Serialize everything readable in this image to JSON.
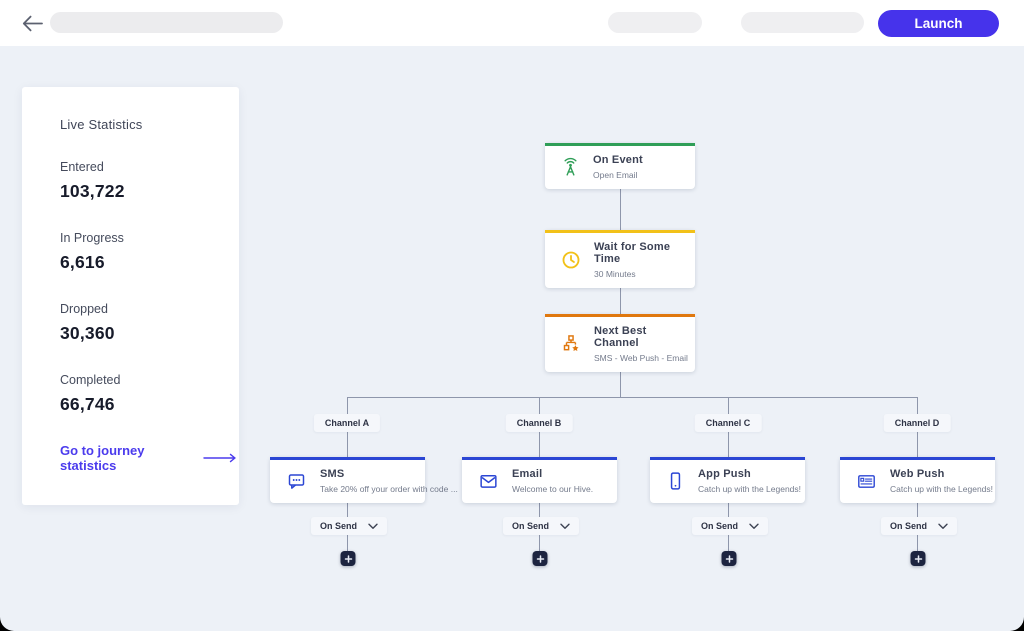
{
  "topbar": {
    "launch_label": "Launch"
  },
  "stats_panel": {
    "title": "Live Statistics",
    "metrics": [
      {
        "label": "Entered",
        "value": "103,722"
      },
      {
        "label": "In Progress",
        "value": "6,616"
      },
      {
        "label": "Dropped",
        "value": "30,360"
      },
      {
        "label": "Completed",
        "value": "66,746"
      }
    ],
    "link_label": "Go to journey statistics"
  },
  "flow": {
    "trigger": {
      "title": "On Event",
      "subtitle": "Open Email",
      "icon": "broadcast-tower-icon"
    },
    "wait": {
      "title": "Wait for Some Time",
      "subtitle": "30 Minutes",
      "icon": "clock-icon"
    },
    "split": {
      "title": "Next Best Channel",
      "subtitle": "SMS - Web Push - Email",
      "icon": "hierarchy-star-icon"
    },
    "branches": [
      {
        "channel_label": "Channel A",
        "title": "SMS",
        "subtitle": "Take 20% off your order with code ...",
        "icon": "sms-bubble-icon",
        "action_label": "On Send"
      },
      {
        "channel_label": "Channel B",
        "title": "Email",
        "subtitle": "Welcome to our Hive.",
        "icon": "envelope-icon",
        "action_label": "On Send"
      },
      {
        "channel_label": "Channel C",
        "title": "App Push",
        "subtitle": "Catch up with the Legends!",
        "icon": "smartphone-icon",
        "action_label": "On Send"
      },
      {
        "channel_label": "Channel D",
        "title": "Web Push",
        "subtitle": "Catch up with the Legends!",
        "icon": "browser-window-icon",
        "action_label": "On Send"
      }
    ],
    "add_label": "+"
  },
  "colors": {
    "accent_primary": "#4633eb",
    "link": "#4b3bed",
    "canvas_bg": "#edf1f7",
    "topbar_bg": "#ffffff",
    "trigger_accent": "#2f9e57",
    "wait_accent": "#f2c118",
    "split_accent": "#e0780f",
    "channel_accent": "#2b46d4",
    "connector": "#8e96ab",
    "add_button_bg": "#1d2440"
  }
}
